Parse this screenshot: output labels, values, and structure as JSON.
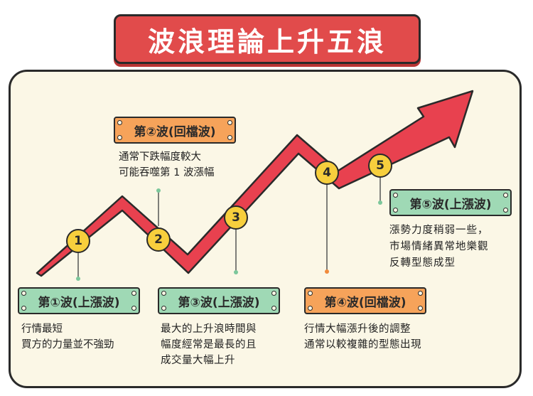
{
  "title": "波浪理論上升五浪",
  "waves": [
    {
      "number": "1",
      "label": "第①波(上漲波)",
      "description": "行情最短\n買方的力量並不強勁",
      "color": "green"
    },
    {
      "number": "2",
      "label": "第②波(回檔波)",
      "description": "通常下跌幅度較大\n可能吞噬第 1 波漲幅",
      "color": "orange"
    },
    {
      "number": "3",
      "label": "第③波(上漲波)",
      "description": "最大的上升浪時間與\n幅度經常是最長的且\n成交量大幅上升",
      "color": "green"
    },
    {
      "number": "4",
      "label": "第④波(回檔波)",
      "description": "行情大幅漲升後的調整\n通常以較複雜的型態出現",
      "color": "orange"
    },
    {
      "number": "5",
      "label": "第⑤波(上漲波)",
      "description": "漲勢力度稍弱一些，\n市場情緒異常地樂觀\n反轉型態成型",
      "color": "green"
    }
  ],
  "colors": {
    "arrow": "#e8414f",
    "title_bg": "#e14b4b",
    "label_green": "#9fd9b5",
    "label_orange": "#f6a35a",
    "circle": "#f7cf3d",
    "panel": "#fbf7e6"
  }
}
